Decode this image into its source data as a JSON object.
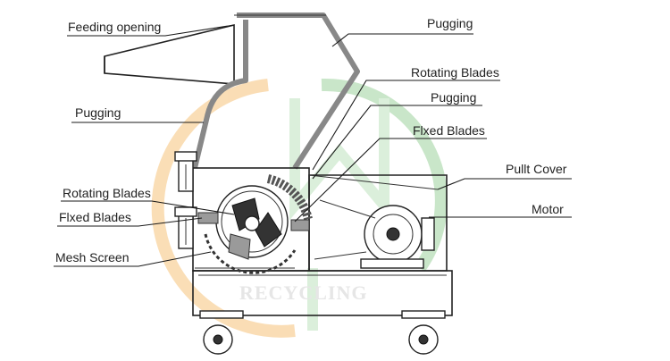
{
  "labels": {
    "feeding_opening": "Feeding opening",
    "pugging_top": "Pugging",
    "rotating_blades_right": "Rotating Blades",
    "pugging_right": "Pugging",
    "fixed_blades_right": "Flxed Blades",
    "pugging_left": "Pugging",
    "pullt_cover": "Pullt Cover",
    "rotating_blades_left": "Rotating Blades",
    "motor": "Motor",
    "fixed_blades_left": "Flxed Blades",
    "mesh_screen": "Mesh Screen"
  },
  "watermark": {
    "text": "RECYCLING"
  },
  "colors": {
    "line": "#1a1a1a",
    "hopper_wall": "#888888",
    "watermark_orange": "#f6c27a",
    "watermark_green": "#9ed39e"
  }
}
